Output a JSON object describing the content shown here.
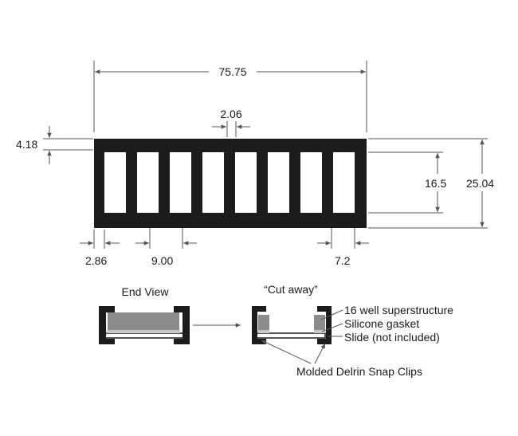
{
  "dimensions": {
    "overall_width": "75.75",
    "well_gap": "2.06",
    "top_margin": "4.18",
    "well_height": "16.5",
    "overall_height": "25.04",
    "left_offset": "2.86",
    "well_pitch": "9.00",
    "right_offset": "7.2"
  },
  "labels": {
    "end_view": "End View",
    "cut_away": "“Cut away”",
    "superstructure": "16 well superstructure",
    "gasket": "Silicone gasket",
    "slide": "Slide (not included)",
    "clips": "Molded Delrin Snap Clips"
  },
  "wells": {
    "count": 8
  },
  "colors": {
    "body": "#1c1c1c",
    "well": "#ffffff",
    "superstructure_fill": "#8c8c8c",
    "gasket_fill": "#c8c8c8",
    "dimension_line": "#555555"
  }
}
